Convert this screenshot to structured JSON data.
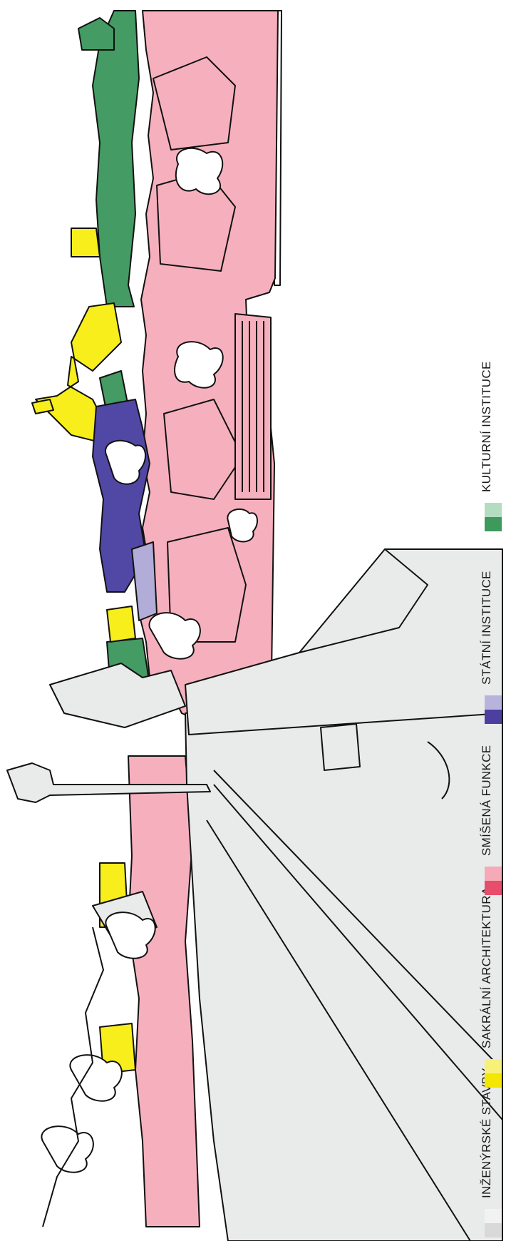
{
  "legend": {
    "items": [
      {
        "label": "INŽENÝRSKÉ STAVBY",
        "light": "#f2f2f2",
        "dark": "#d9d9d9"
      },
      {
        "label": "SAKRÁLNÍ ARCHITEKTURA",
        "light": "#f7f17a",
        "dark": "#f3e600"
      },
      {
        "label": "SMÍŠENÁ FUNKCE",
        "light": "#f6a9b6",
        "dark": "#e84d6b"
      },
      {
        "label": "STÁTNÍ INSTITUCE",
        "light": "#b7b3dd",
        "dark": "#4b3f9f"
      },
      {
        "label": "KULTURNÍ INSTITUCE",
        "light": "#b4dcc0",
        "dark": "#3d9a5c"
      }
    ]
  },
  "colors": {
    "pink": "#f6b0bd",
    "yellow": "#f7ee1c",
    "blue": "#5147a4",
    "lightblue": "#b1add8",
    "green": "#449b63",
    "grey": "#e9ebeb",
    "outline": "#111111"
  }
}
